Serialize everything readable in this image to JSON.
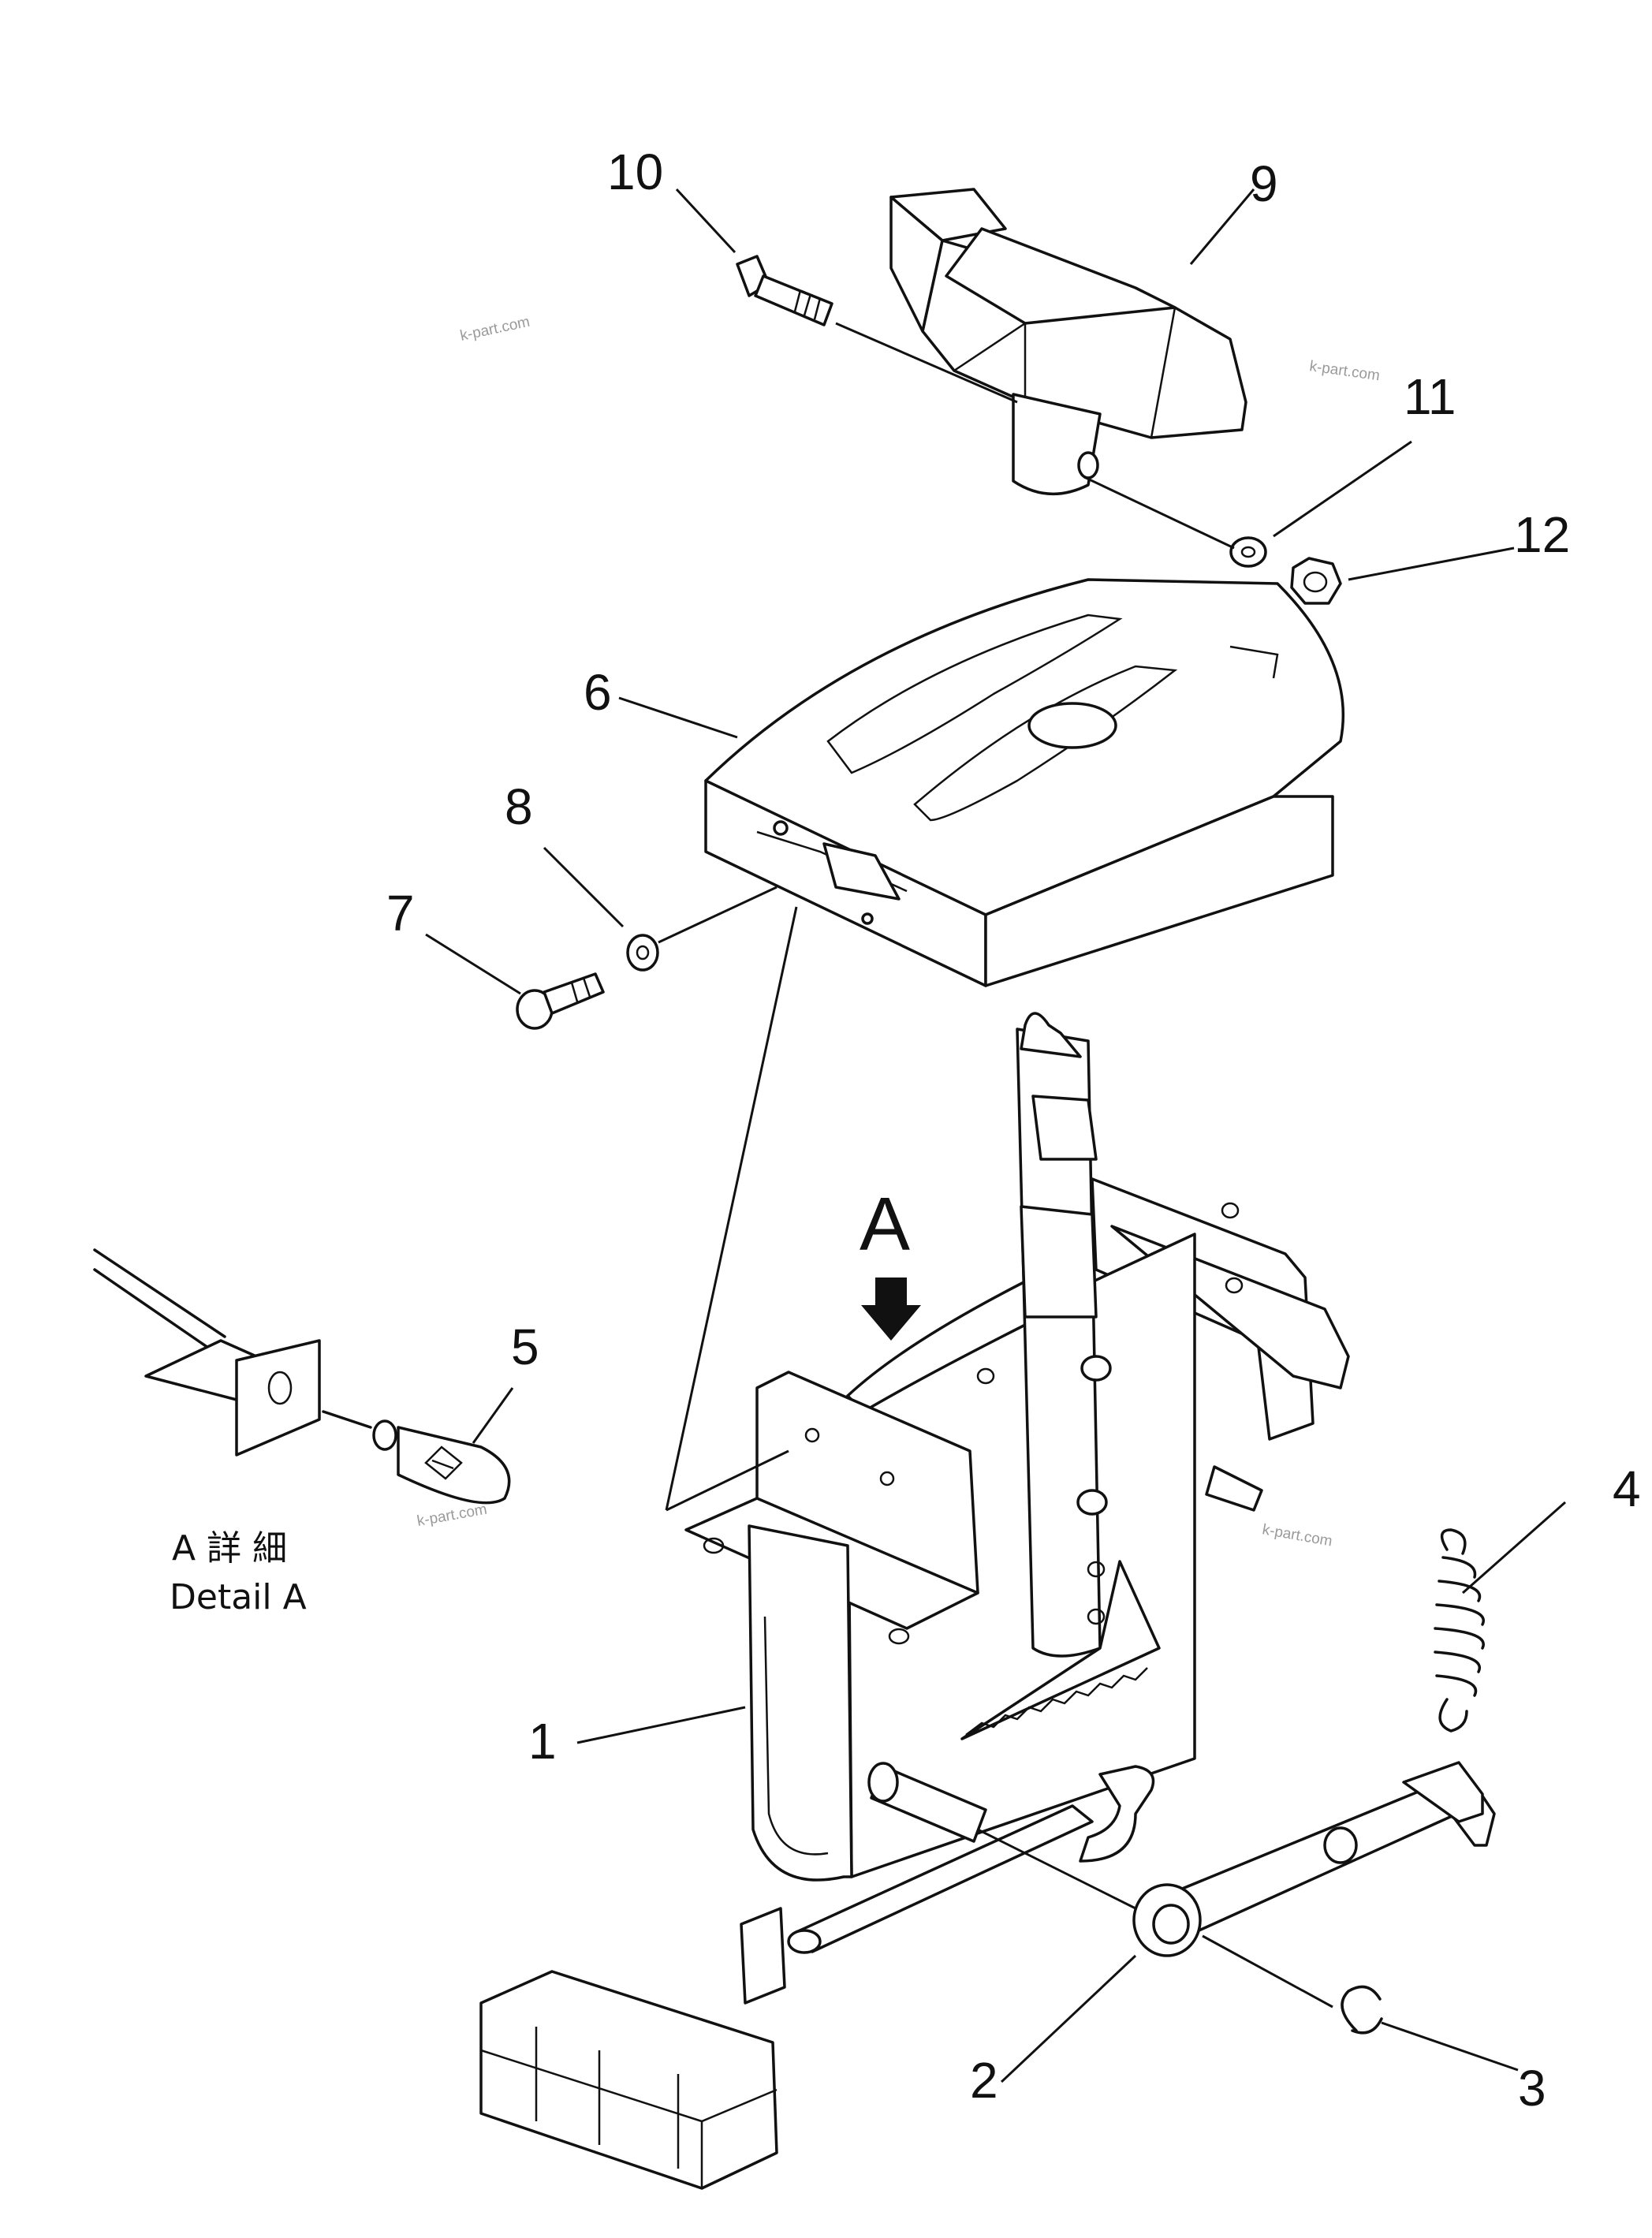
{
  "callouts": {
    "c1": "1",
    "c2": "2",
    "c3": "3",
    "c4": "4",
    "c5": "5",
    "c6": "6",
    "c7": "7",
    "c8": "8",
    "c9": "9",
    "c10": "10",
    "c11": "11",
    "c12": "12"
  },
  "view": {
    "letter": "A"
  },
  "detail": {
    "line_ja": "A 詳 細",
    "line_en": "Detail  A"
  },
  "watermarks": [
    "k-part.com",
    "k-part.com",
    "k-part.com",
    "k-part.com"
  ]
}
